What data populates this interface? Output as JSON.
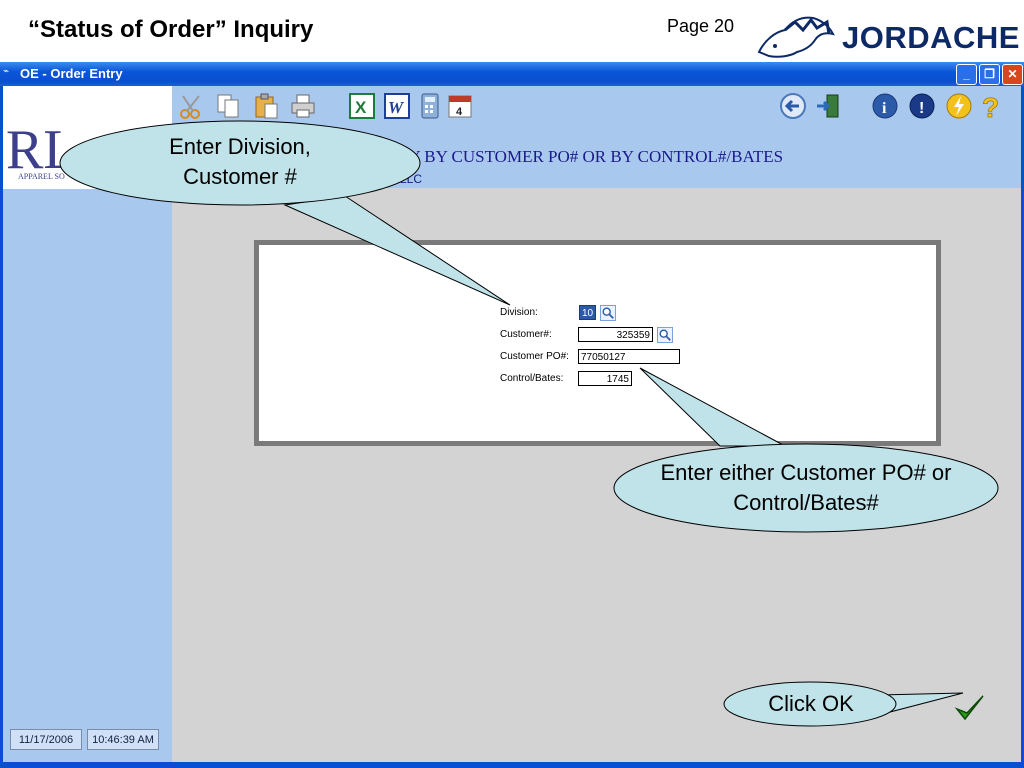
{
  "slide": {
    "title": "“Status of Order” Inquiry",
    "page": "Page 20",
    "brand": "JORDACHE"
  },
  "window": {
    "title": "OE - Order Entry",
    "minimize": "_",
    "maximize": "❐",
    "close": "✕"
  },
  "app": {
    "logo_text": "RL",
    "logo_sub": "APPAREL SO",
    "screen_title": "RY BY CUSTOMER PO# OR BY CONTROL#/BATES",
    "company": "LLC"
  },
  "toolbar": {
    "left_icons": [
      "scissors-icon",
      "copy-icon",
      "paste-icon",
      "printer-icon",
      "excel-icon",
      "word-icon",
      "calculator-icon",
      "calendar-icon"
    ],
    "right_icons": [
      "back-arrow-icon",
      "exit-door-icon",
      "info-icon",
      "alert-icon",
      "lightning-icon",
      "help-question-icon"
    ]
  },
  "form": {
    "division_label": "Division:",
    "division_value": "10",
    "customer_label": "Customer#:",
    "customer_value": "325359",
    "customer_po_label": "Customer PO#:",
    "customer_po_value": "77050127",
    "control_label": "Control/Bates:",
    "control_value": "1745"
  },
  "status": {
    "date": "11/17/2006",
    "time": "10:46:39 AM"
  },
  "callouts": {
    "division": "Enter Division, Customer #",
    "po": "Enter either Customer PO# or Control/Bates#",
    "ok": "Click OK"
  },
  "colors": {
    "titlebar": "#0a56d8",
    "sidebar": "#a9c8ee",
    "content": "#d3d3d3",
    "callout_fill": "#bfe3e8",
    "ok_check": "#2a9a1a"
  }
}
